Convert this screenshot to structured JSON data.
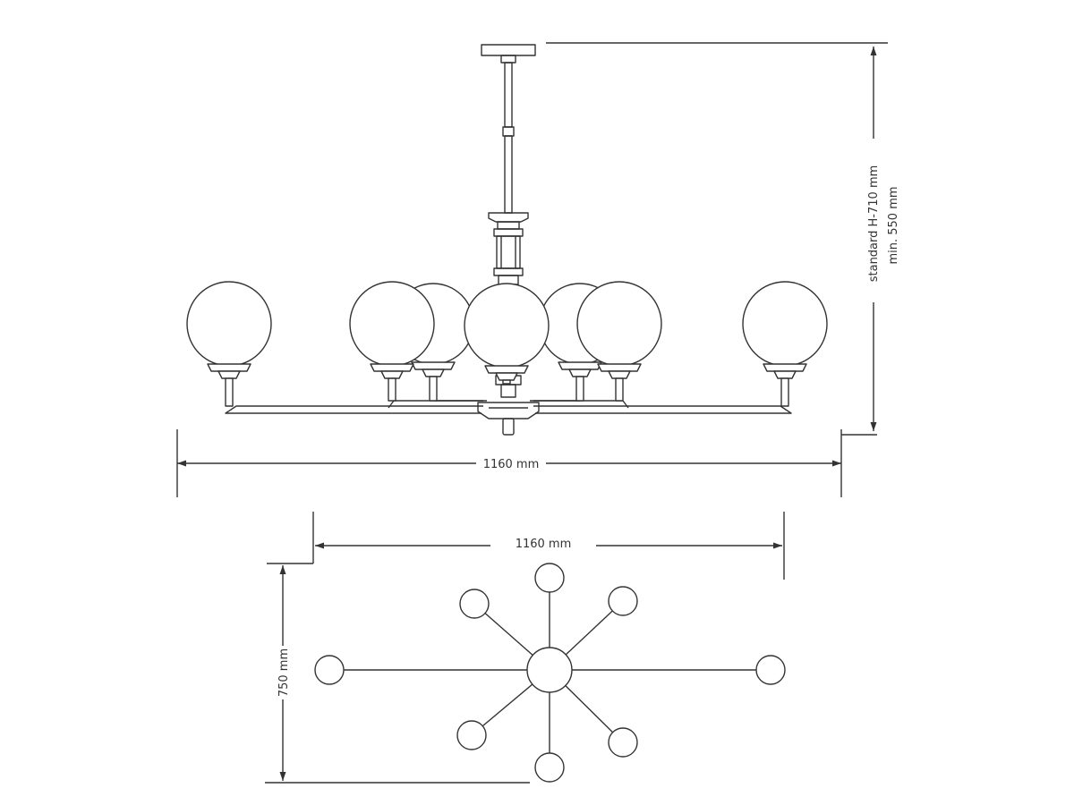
{
  "colors": {
    "line": "#333333",
    "background": "#ffffff"
  },
  "labels": {
    "height_standard": "standard H-710 mm",
    "height_min": "min. 550 mm",
    "side_width": "1160 mm",
    "top_width": "1160 mm",
    "top_depth": "750 mm"
  },
  "fixture": {
    "arms": 8,
    "globes_in_side_view": 7
  }
}
